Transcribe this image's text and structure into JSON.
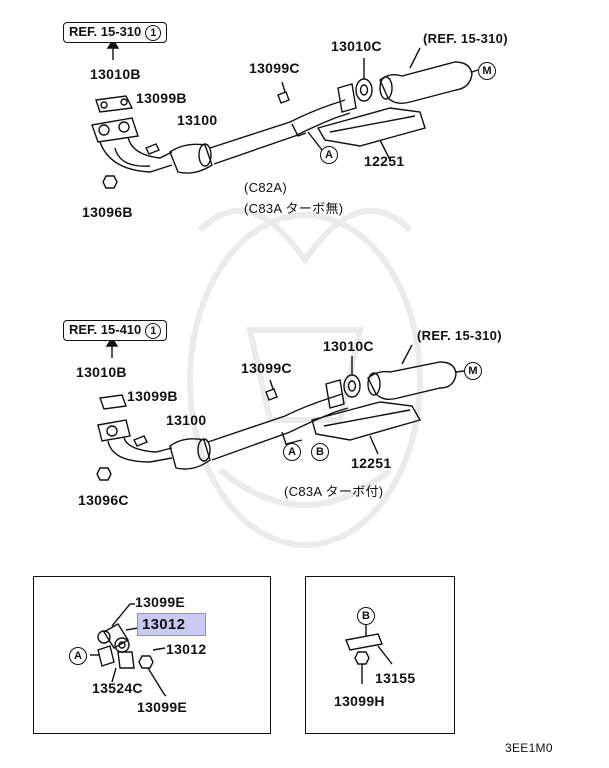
{
  "top": {
    "ref_left": "REF. 15-310",
    "ref_left_num": "1",
    "ref_right": "(REF. 15-310)",
    "labels": {
      "p13010B": "13010B",
      "p13099B": "13099B",
      "p13099C": "13099C",
      "p13010C": "13010C",
      "p13100": "13100",
      "p12251": "12251",
      "p13096B": "13096B"
    },
    "callout_A": "A",
    "callout_M": "M",
    "note1": "(C82A)",
    "note2": "(C83A ターボ無)"
  },
  "middle": {
    "ref_left": "REF. 15-410",
    "ref_left_num": "1",
    "ref_right": "(REF. 15-310)",
    "labels": {
      "p13010B": "13010B",
      "p13099B": "13099B",
      "p13099C": "13099C",
      "p13010C": "13010C",
      "p13100": "13100",
      "p12251": "12251",
      "p13096C": "13096C"
    },
    "callout_A": "A",
    "callout_B": "B",
    "callout_M": "M",
    "note": "(C83A ターボ付)"
  },
  "detail_a": {
    "callout": "A",
    "p13099E_top": "13099E",
    "p13012_hl": "13012",
    "p13012": "13012",
    "p13524C": "13524C",
    "p13099E_bottom": "13099E"
  },
  "detail_b": {
    "callout": "B",
    "p13155": "13155",
    "p13099H": "13099H"
  },
  "footer_code": "3EE1M0",
  "colors": {
    "highlight": "#c9c9f1",
    "line": "#111111",
    "watermark": "#e9e9e9"
  }
}
